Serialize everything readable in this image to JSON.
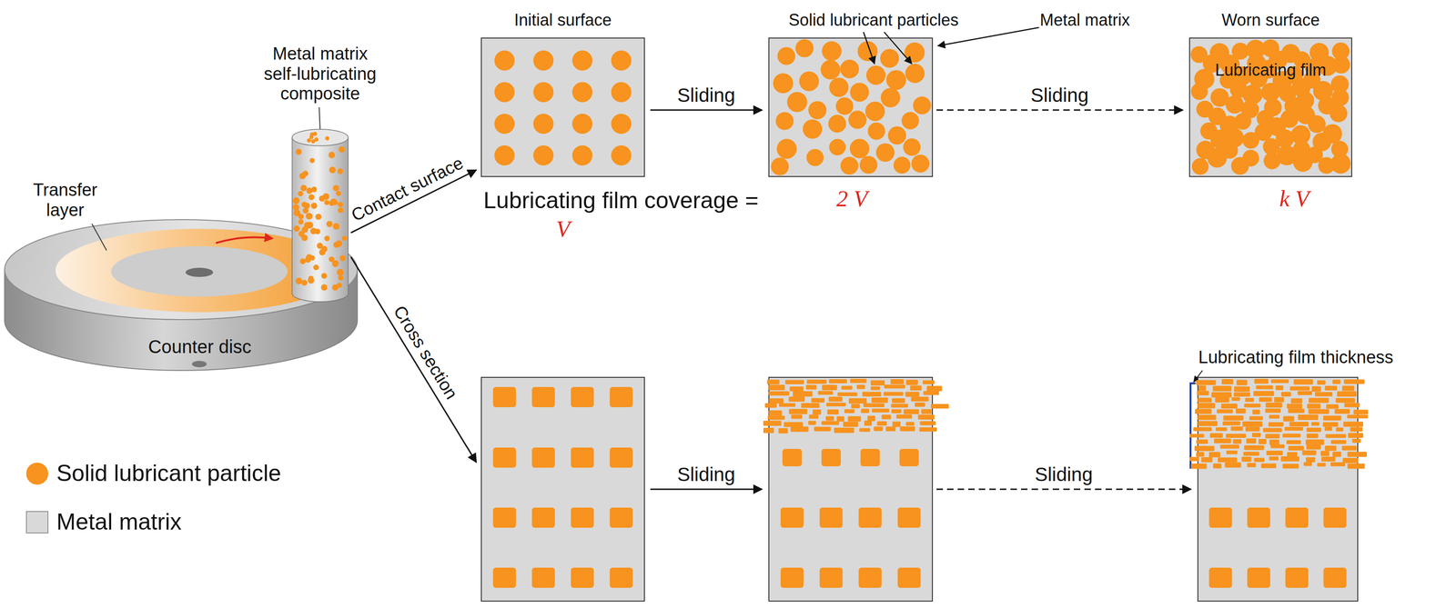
{
  "diagram": {
    "nodes": [
      {
        "text": [
          "Metal matrix self-lubricating composite"
        ]
      },
      {
        "text": [
          "Initial surface"
        ]
      },
      {
        "text": []
      },
      {
        "text": [
          "Worn surface",
          "Lubricating film"
        ]
      },
      {
        "text": []
      },
      {
        "text": []
      },
      {
        "text": [
          "Lubricating film thickness"
        ]
      }
    ],
    "edges": [
      {
        "from": 0,
        "to": 1,
        "arrow": "to",
        "label": "Contact surface"
      },
      {
        "from": 0,
        "to": 4,
        "arrow": "to",
        "label": "Cross section"
      },
      {
        "from": 1,
        "to": 2,
        "arrow": "to",
        "label": "Sliding"
      },
      {
        "from": 2,
        "to": 3,
        "arrow": "to",
        "label": "Sliding"
      },
      {
        "from": 4,
        "to": 5,
        "arrow": "to",
        "label": "Sliding"
      },
      {
        "from": 5,
        "to": 6,
        "arrow": "to",
        "label": "Sliding"
      }
    ],
    "labels": [
      "Transfer layer",
      "Counter disc",
      "Solid lubricant particles",
      "Metal matrix",
      "Lubricating film coverage =",
      "V",
      "2 V",
      "k V"
    ],
    "legend": [
      {
        "text": "Solid lubricant particle",
        "color": "#f7931e"
      },
      {
        "text": "Metal matrix",
        "color": "#d9d9d9"
      }
    ]
  }
}
